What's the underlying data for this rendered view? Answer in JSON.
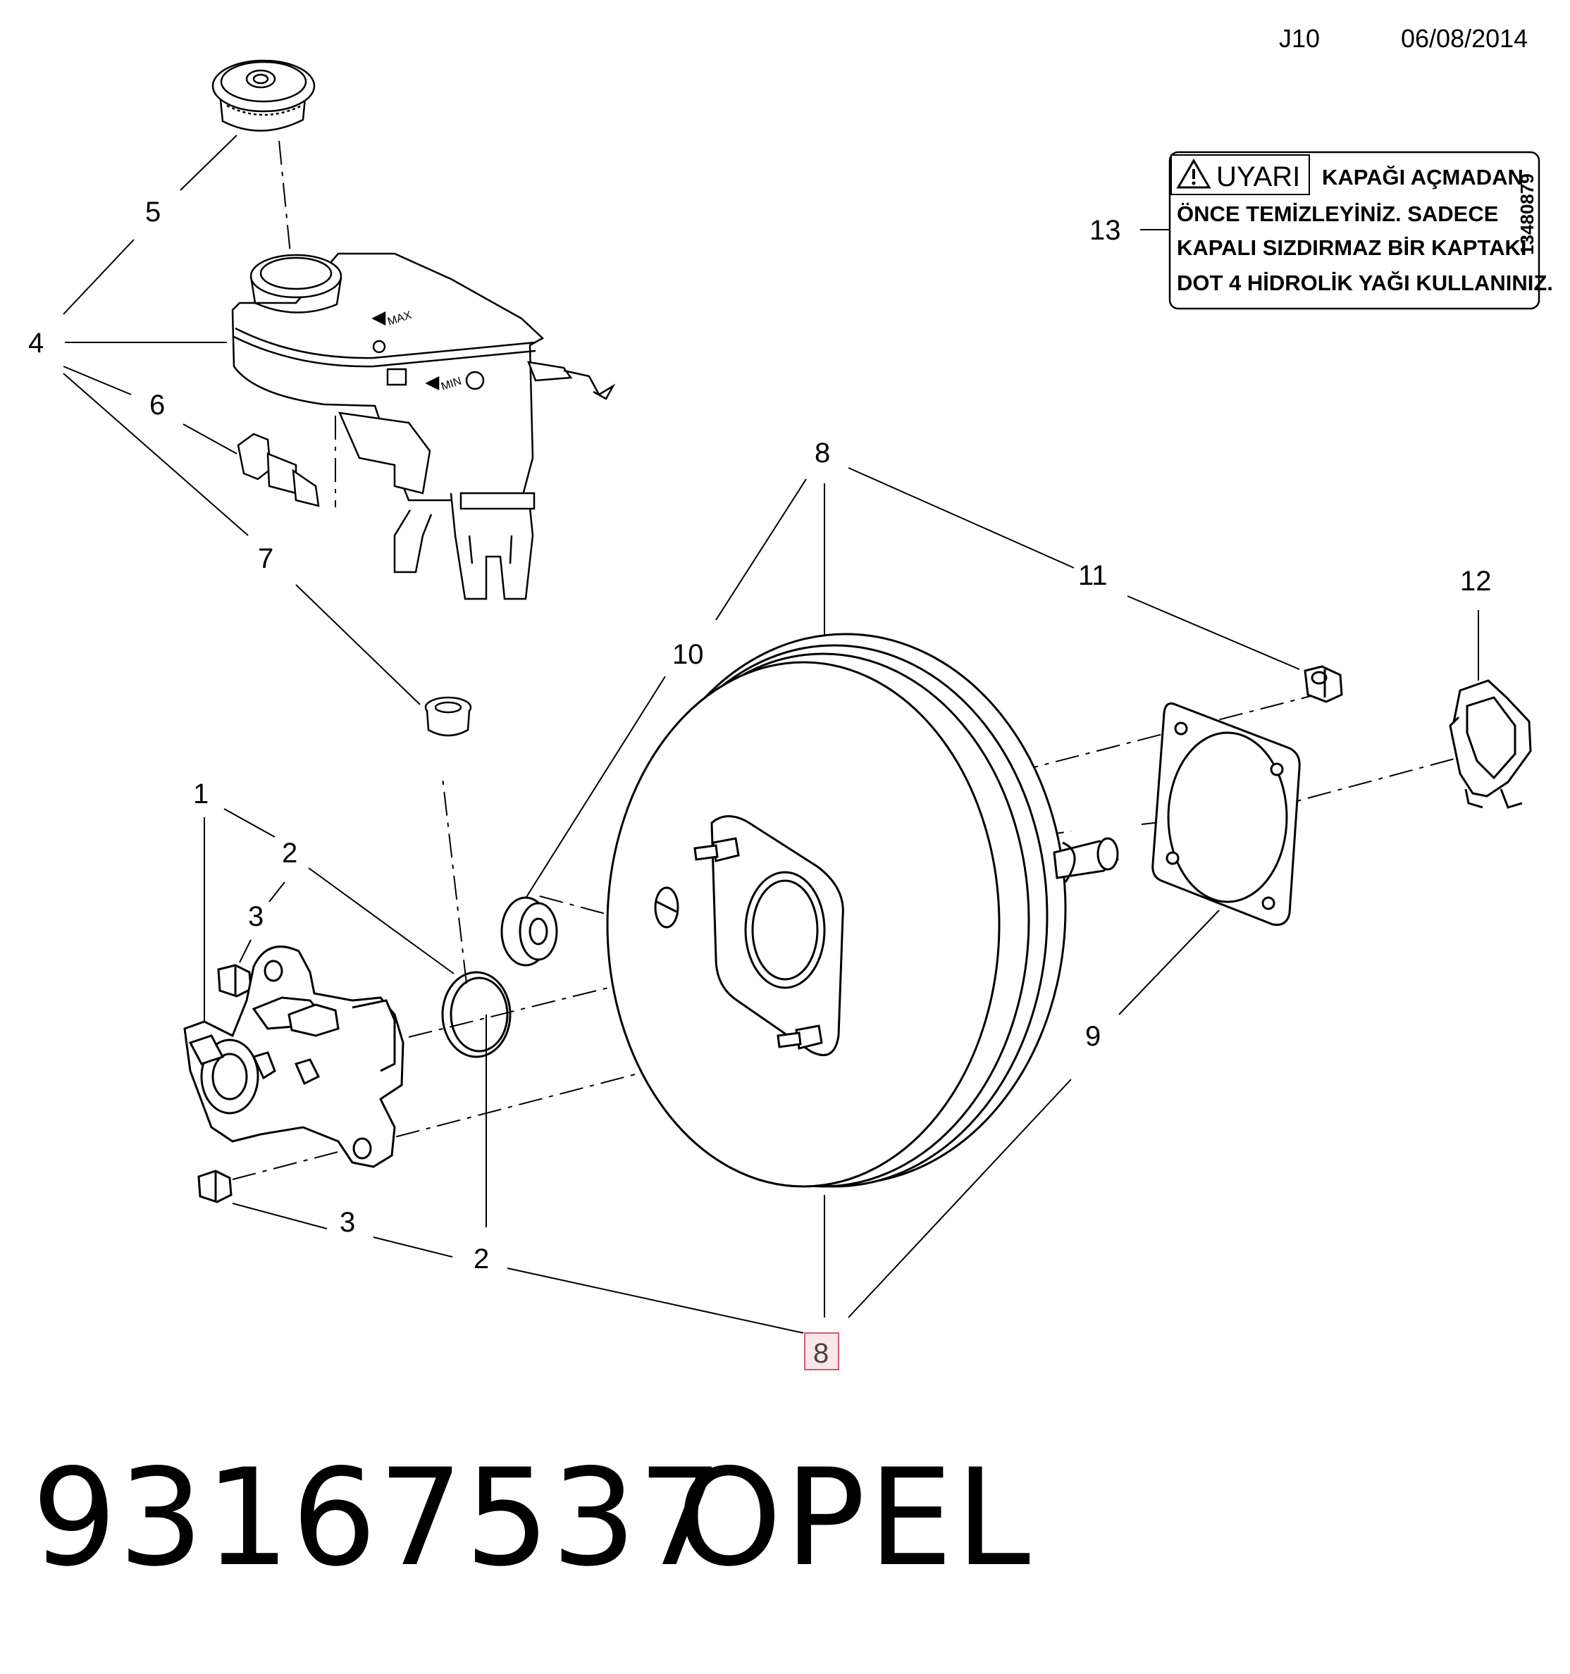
{
  "header": {
    "code": "J10",
    "date": "06/08/2014"
  },
  "footer": {
    "part_number": "93167537",
    "brand": "OPEL"
  },
  "warning_label": {
    "title": "UYARI",
    "line1": "KAPAĞI AÇMADAN",
    "line2": "ÖNCE TEMİZLEYİNİZ. SADECE",
    "line3": "KAPALI SIZDIRMAZ BİR KAPTAKİ",
    "line4": "DOT 4 HİDROLİK YAĞI KULLANINIZ.",
    "code": "13480879",
    "icon": "warning-triangle-icon"
  },
  "reservoir_marks": {
    "max": "MAX",
    "min": "MIN"
  },
  "callouts": {
    "c1": "1",
    "c2a": "2",
    "c2b": "2",
    "c3a": "3",
    "c3b": "3",
    "c4": "4",
    "c5": "5",
    "c6": "6",
    "c7": "7",
    "c8a": "8",
    "c8b": "8",
    "c9": "9",
    "c10": "10",
    "c11": "11",
    "c12": "12",
    "c13": "13"
  },
  "highlight_color": "#e8a0a8"
}
